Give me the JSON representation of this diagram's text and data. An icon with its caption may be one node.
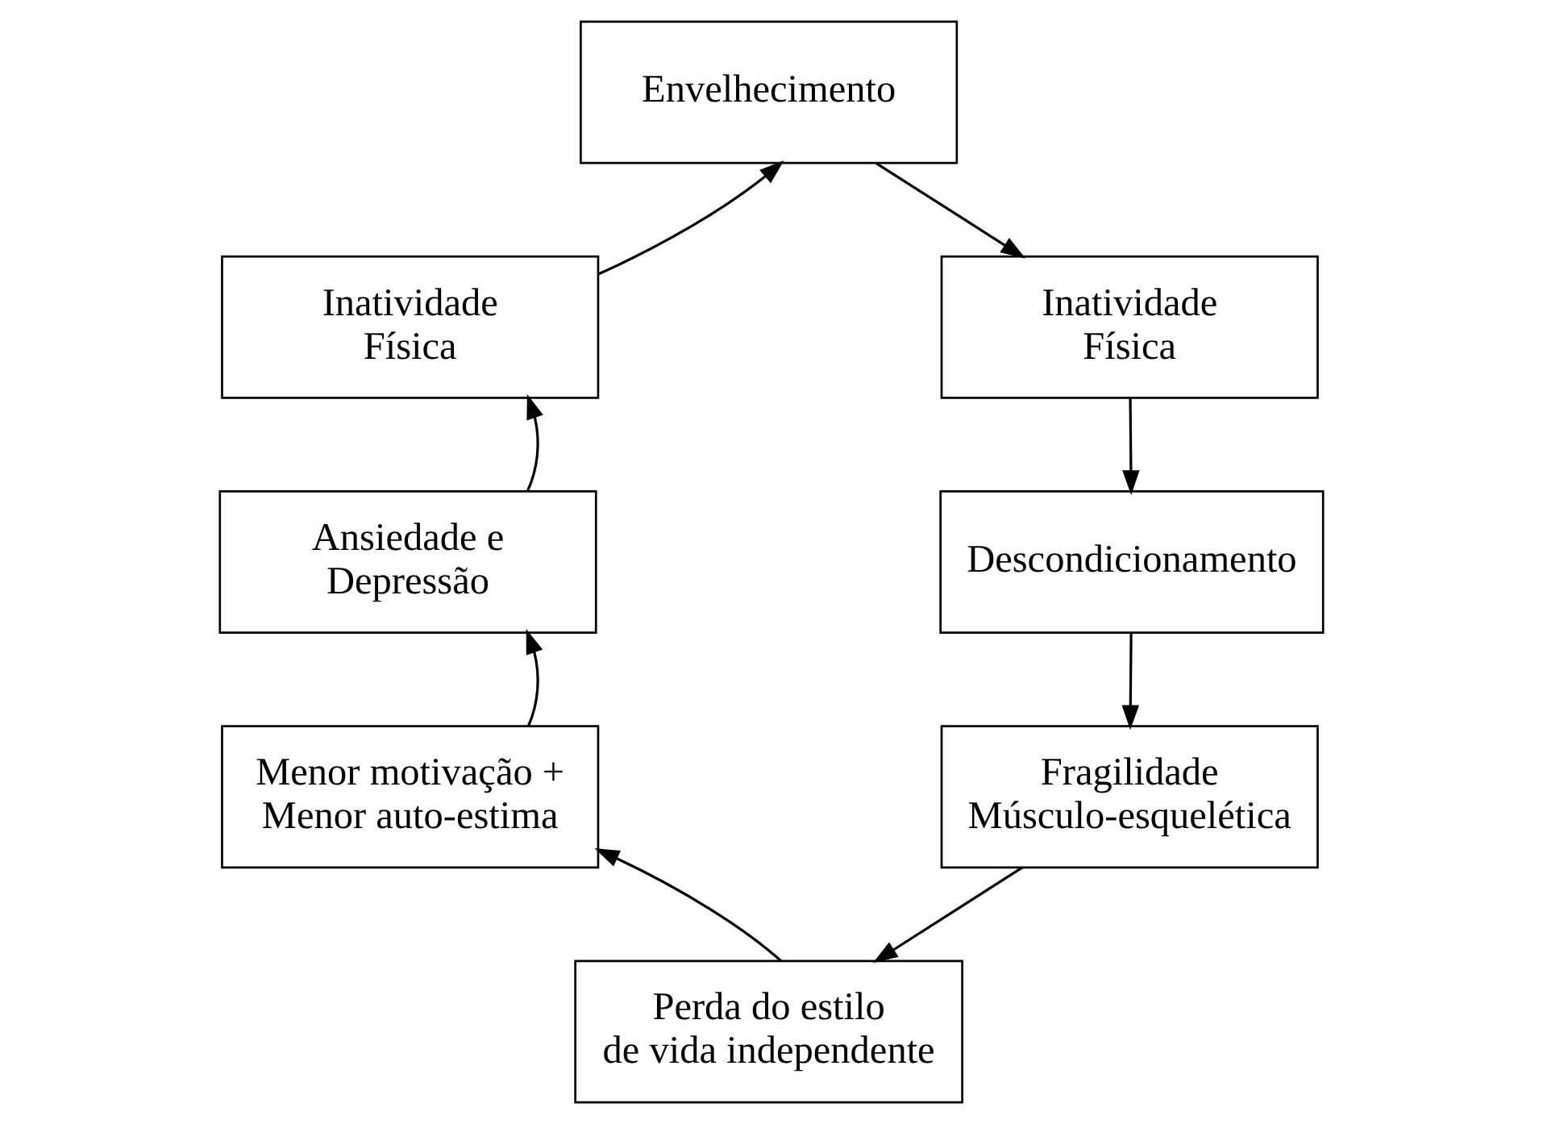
{
  "diagram": {
    "nodes": [
      {
        "text": [
          "Envelhecimento"
        ]
      },
      {
        "text": [
          "Inatividade Física"
        ]
      },
      {
        "text": [
          "Descondicionamento"
        ]
      },
      {
        "text": [
          "Fragilidade Músculo-esquelética"
        ]
      },
      {
        "text": [
          "Perda do estilo de vida independente"
        ]
      },
      {
        "text": [
          "Menor motivação + Menor auto-estima"
        ]
      },
      {
        "text": [
          "Ansiedade e Depressão"
        ]
      },
      {
        "text": [
          "Inatividade Física"
        ]
      }
    ],
    "edges": [
      {
        "from": 0,
        "to": 1,
        "arrow": "to"
      },
      {
        "from": 1,
        "to": 2,
        "arrow": "to"
      },
      {
        "from": 2,
        "to": 3,
        "arrow": "to"
      },
      {
        "from": 3,
        "to": 4,
        "arrow": "to"
      },
      {
        "from": 4,
        "to": 5,
        "arrow": "to"
      },
      {
        "from": 5,
        "to": 6,
        "arrow": "to"
      },
      {
        "from": 6,
        "to": 7,
        "arrow": "to"
      },
      {
        "from": 7,
        "to": 0,
        "arrow": "to"
      }
    ]
  }
}
